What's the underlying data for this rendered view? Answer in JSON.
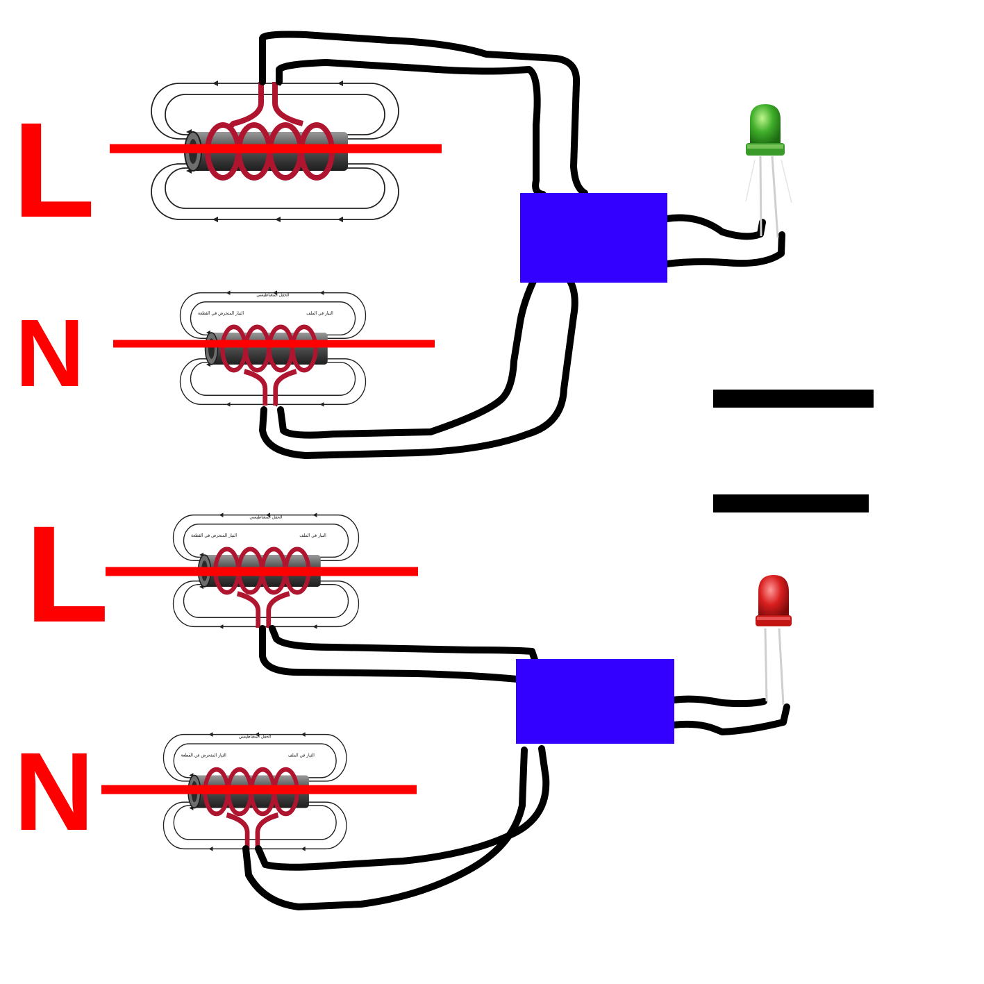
{
  "labels": {
    "top_L": "L",
    "top_N": "N",
    "bottom_L": "L",
    "bottom_N": "N"
  },
  "coil_text": {
    "field": "الحقل المغناطيسي",
    "induced_current": "التيار المتحرض في القطعة",
    "coil_current": "التيار في الملف"
  },
  "colors": {
    "phase_label": "#ff0000",
    "phase_line": "#ff0000",
    "box": "#3300ff",
    "wire": "#000000",
    "coil_wire": "#b01530",
    "core": "#4a4a4a",
    "led_green": "#2e9a1e",
    "led_red": "#d01818",
    "equals_bar": "#000000"
  },
  "icons": {
    "led_top": "green-led-icon",
    "led_bottom": "red-led-icon",
    "coil": "induction-coil-icon"
  }
}
